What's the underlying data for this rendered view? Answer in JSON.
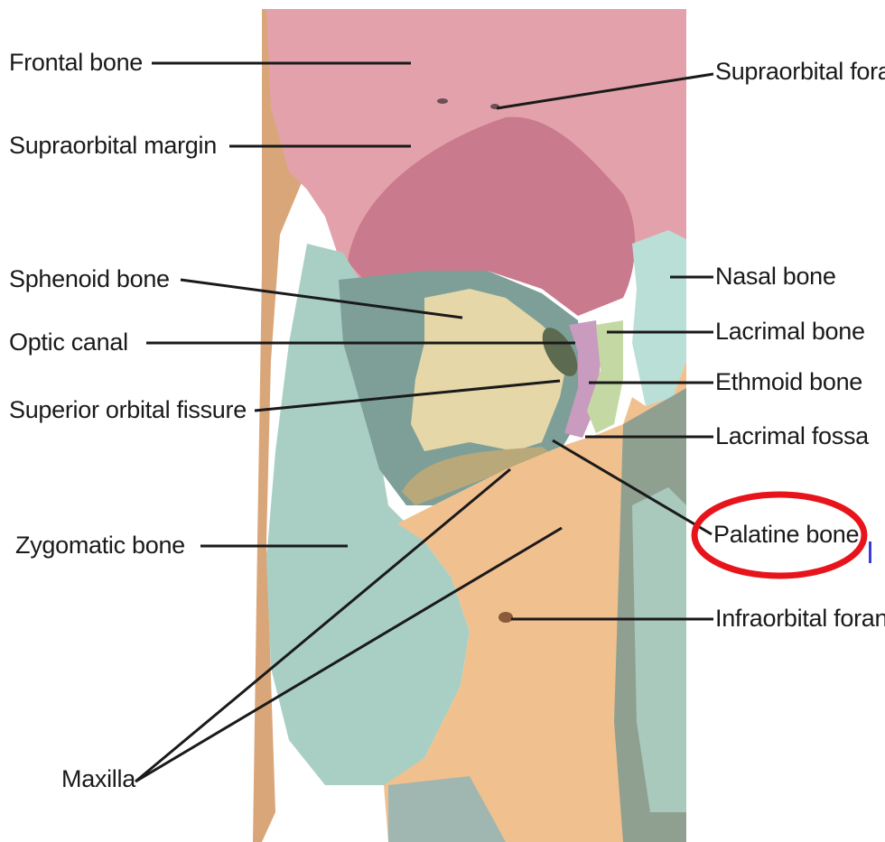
{
  "diagram": {
    "labels": {
      "frontal_bone": "Frontal bone",
      "supraorbital_margin": "Supraorbital margin",
      "sphenoid_bone": "Sphenoid bone",
      "optic_canal": "Optic canal",
      "superior_orbital_fissure": "Superior orbital fissure",
      "zygomatic_bone": "Zygomatic bone",
      "maxilla": "Maxilla",
      "supraorbital_foramen": "Supraorbital fora",
      "nasal_bone": "Nasal bone",
      "lacrimal_bone": "Lacrimal bone",
      "ethmoid_bone": "Ethmoid bone",
      "lacrimal_fossa": "Lacrimal fossa",
      "palatine_bone": "Palatine bone",
      "infraorbital_foramen": "Infraorbital foran"
    },
    "highlighted_label": "palatine_bone",
    "highlight_color": "#e8141c",
    "colors": {
      "frontal": "#e3a2ab",
      "orbit_roof": "#c97a8c",
      "sphenoid": "#e6d7a8",
      "zygomatic": "#a9cfc4",
      "maxilla": "#f1c08f",
      "ethmoid": "#c89bbf",
      "lacrimal": "#c4d8a3",
      "nasal": "#b9dfd6",
      "shadow": "#7d9f98",
      "temporal": "#d9a67a"
    }
  }
}
